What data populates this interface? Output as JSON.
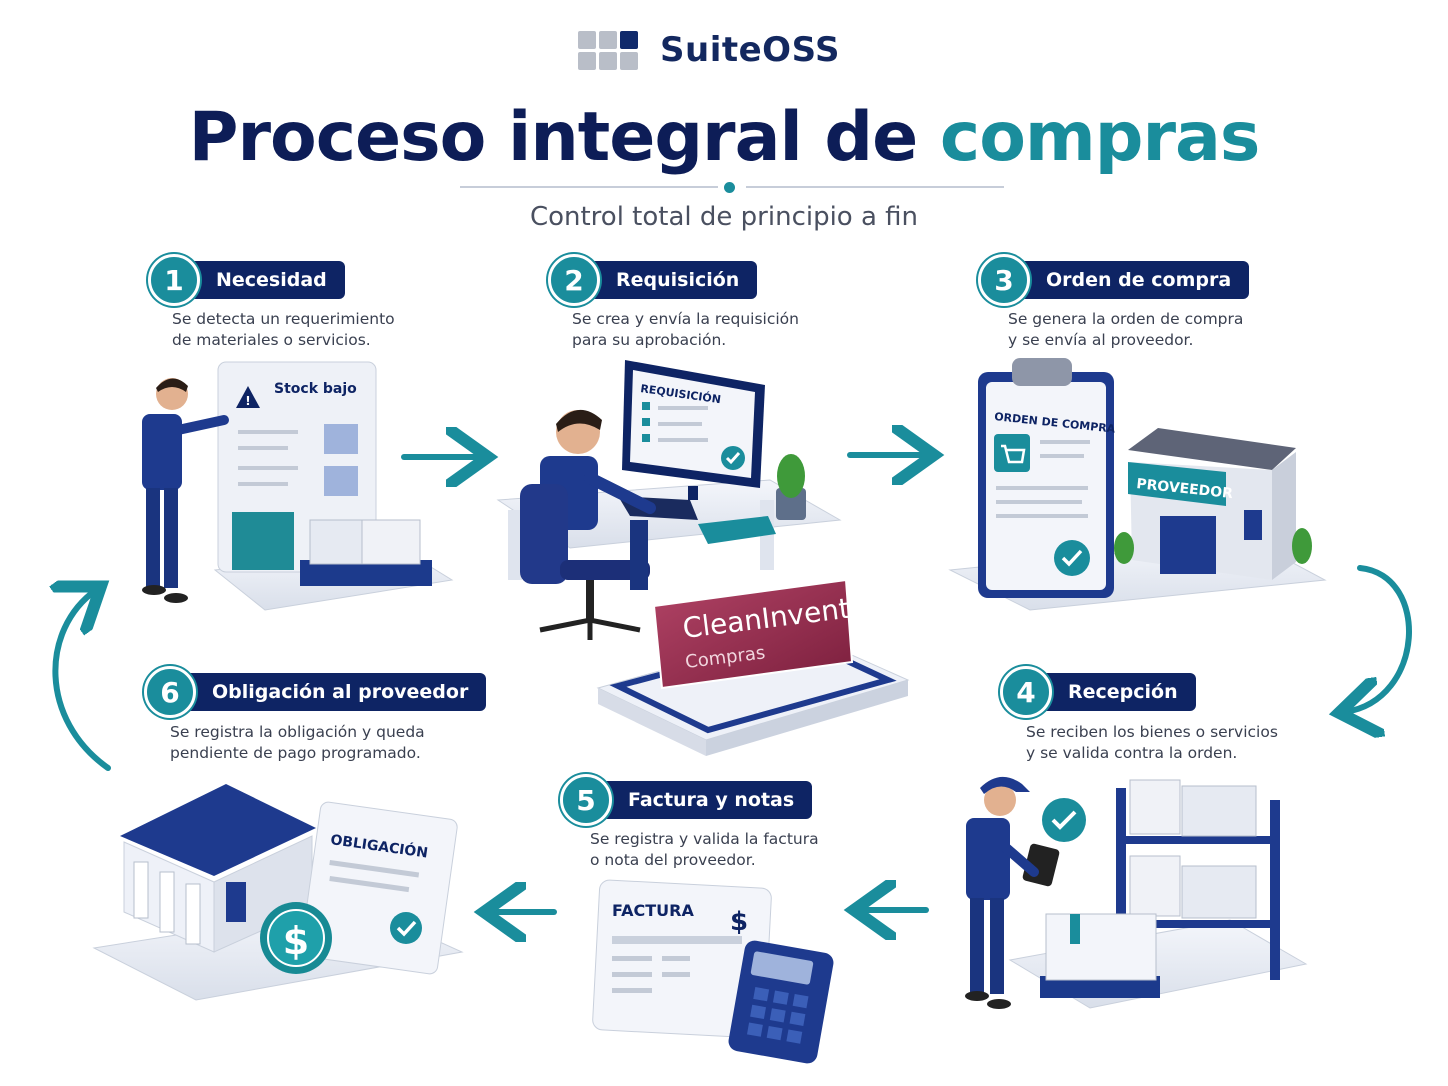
{
  "brand": {
    "name": "SuiteOSS",
    "logo_icon": "grid-logo-icon"
  },
  "header": {
    "title_main": "Proceso integral de ",
    "title_accent": "compras",
    "subtitle": "Control total de principio a fin"
  },
  "colors": {
    "navy": "#0e2464",
    "teal": "#1a8d9c",
    "crimson": "#8e2447"
  },
  "steps": [
    {
      "number": "1",
      "title": "Necesidad",
      "desc_line1": "Se detecta un requerimiento",
      "desc_line2": "de materiales o servicios.",
      "illustration_text": "Stock bajo"
    },
    {
      "number": "2",
      "title": "Requisición",
      "desc_line1": "Se crea y envía la requisición",
      "desc_line2": "para su aprobación.",
      "illustration_text": "REQUISICIÓN"
    },
    {
      "number": "3",
      "title": "Orden de compra",
      "desc_line1": "Se genera la orden de compra",
      "desc_line2": "y se envía al proveedor.",
      "illustration_text": "ORDEN DE COMPRA",
      "illustration_text2": "PROVEEDOR"
    },
    {
      "number": "4",
      "title": "Recepción",
      "desc_line1": "Se reciben los bienes o servicios",
      "desc_line2": "y se valida contra la orden."
    },
    {
      "number": "5",
      "title": "Factura y notas",
      "desc_line1": "Se registra y valida la factura",
      "desc_line2": "o nota del proveedor.",
      "illustration_text": "FACTURA",
      "illustration_text2": "$"
    },
    {
      "number": "6",
      "title": "Obligación al proveedor",
      "desc_line1": "Se registra la obligación y queda",
      "desc_line2": "pendiente de pago programado.",
      "illustration_text": "OBLIGACIÓN",
      "illustration_text2": "$"
    }
  ],
  "center": {
    "product": "CleanInvent",
    "module": "Compras"
  }
}
